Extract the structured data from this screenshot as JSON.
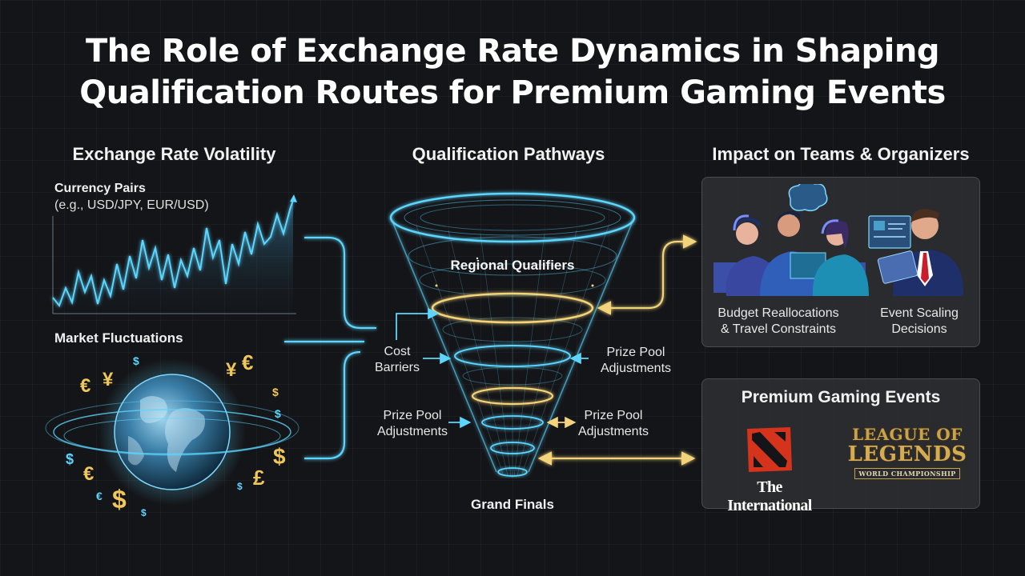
{
  "title_line1": "The Role of Exchange Rate Dynamics in Shaping",
  "title_line2": "Qualification Routes for Premium Gaming Events",
  "left": {
    "heading": "Exchange Rate Volatility",
    "currency_pairs": "Currency Pairs",
    "currency_example": "(e.g., USD/JPY, EUR/USD)",
    "market_fluctuations": "Market Fluctuations",
    "symbols": [
      "€",
      "¥",
      "$",
      "¥",
      "€",
      "$",
      "$",
      "$",
      "€",
      "$",
      "£",
      "$",
      "€",
      "$",
      "$"
    ]
  },
  "center": {
    "heading": "Qualification Pathways",
    "regional": "Regional Qualifiers",
    "cost_barriers": "Cost\nBarriers",
    "prize_pool_right_top": "Prize Pool\nAdjustments",
    "prize_pool_left": "Prize Pool\nAdjustments",
    "prize_pool_right_bottom": "Prize Pool\nAdjustments",
    "grand_finals": "Grand Finals"
  },
  "right": {
    "heading": "Impact on Teams & Organizers",
    "budget_line1": "Budget Reallocations",
    "budget_line2": "& Travel Constraints",
    "event_scaling_line1": "Event Scaling",
    "event_scaling_line2": "Decisions",
    "events_heading": "Premium Gaming Events",
    "ti_label": "The International",
    "lol_line1": "LEAGUE OF",
    "lol_line2": "LEGENDS",
    "lol_line3": "WORLD CHAMPIONSHIP"
  },
  "colors": {
    "cyan": "#5cd6ff",
    "gold": "#f4d47a",
    "background": "#141518",
    "currency_gold": "#f0c75a"
  }
}
